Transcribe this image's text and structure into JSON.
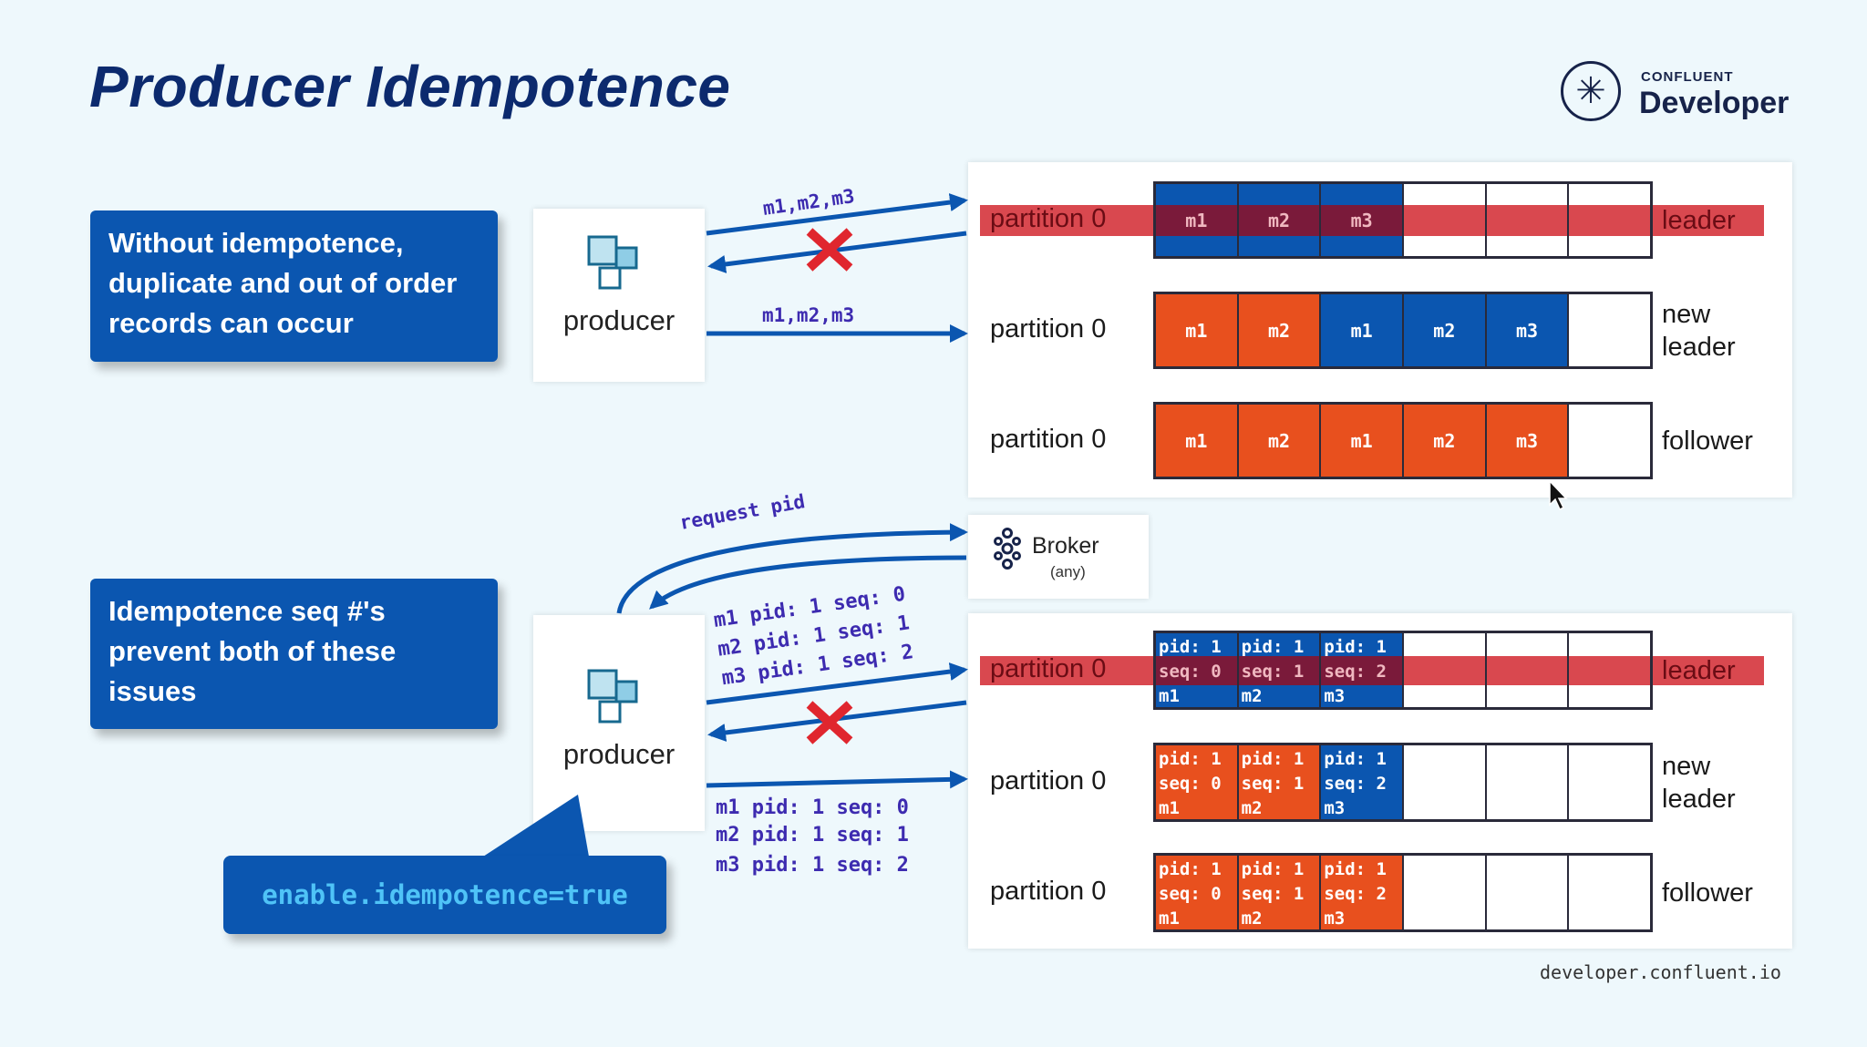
{
  "title": "Producer Idempotence",
  "brand": {
    "small": "CONFLUENT",
    "big": "Developer",
    "icon": "confluent-starburst-icon"
  },
  "callout_top": "Without idempotence, duplicate and out of order records can occur",
  "callout_bottom": "Idempotence seq #'s prevent both of these issues",
  "producer_label": "producer",
  "config": "enable.idempotence=true",
  "footer": "developer.confluent.io",
  "colors": {
    "blue": "#0b56b0",
    "orange": "#e8501e",
    "leader_highlight": "#d62a34"
  },
  "top": {
    "arrow_send_label": "m1,m2,m3",
    "arrow_retry_label": "m1,m2,m3",
    "rows": [
      {
        "label": "partition 0",
        "role": "leader",
        "highlighted": true,
        "cells": [
          {
            "c": "blue",
            "t": "m1"
          },
          {
            "c": "blue",
            "t": "m2"
          },
          {
            "c": "blue",
            "t": "m3"
          },
          {
            "c": "empty",
            "t": ""
          },
          {
            "c": "empty",
            "t": ""
          },
          {
            "c": "empty",
            "t": ""
          }
        ]
      },
      {
        "label": "partition 0",
        "role": "new leader",
        "highlighted": false,
        "cells": [
          {
            "c": "orange",
            "t": "m1"
          },
          {
            "c": "orange",
            "t": "m2"
          },
          {
            "c": "blue",
            "t": "m1"
          },
          {
            "c": "blue",
            "t": "m2"
          },
          {
            "c": "blue",
            "t": "m3"
          },
          {
            "c": "empty",
            "t": ""
          }
        ]
      },
      {
        "label": "partition 0",
        "role": "follower",
        "highlighted": false,
        "cells": [
          {
            "c": "orange",
            "t": "m1"
          },
          {
            "c": "orange",
            "t": "m2"
          },
          {
            "c": "orange",
            "t": "m1"
          },
          {
            "c": "orange",
            "t": "m2"
          },
          {
            "c": "orange",
            "t": "m3"
          },
          {
            "c": "empty",
            "t": ""
          }
        ]
      }
    ]
  },
  "bottom": {
    "request_label": "request pid",
    "broker": {
      "name": "Broker",
      "sub": "(any)"
    },
    "send_lines": [
      "m1 pid: 1 seq: 0",
      "m2 pid: 1 seq: 1",
      "m3 pid: 1 seq: 2"
    ],
    "retry_lines": [
      "m1 pid: 1 seq: 0",
      "m2 pid: 1 seq: 1",
      "m3 pid: 1 seq: 2"
    ],
    "rows": [
      {
        "label": "partition 0",
        "role": "leader",
        "highlighted": true,
        "cells": [
          {
            "c": "blue",
            "t": [
              "pid: 1",
              "seq: 0",
              "m1"
            ]
          },
          {
            "c": "blue",
            "t": [
              "pid: 1",
              "seq: 1",
              "m2"
            ]
          },
          {
            "c": "blue",
            "t": [
              "pid: 1",
              "seq: 2",
              "m3"
            ]
          },
          {
            "c": "empty",
            "t": []
          },
          {
            "c": "empty",
            "t": []
          },
          {
            "c": "empty",
            "t": []
          }
        ]
      },
      {
        "label": "partition 0",
        "role": "new leader",
        "highlighted": false,
        "cells": [
          {
            "c": "orange",
            "t": [
              "pid: 1",
              "seq: 0",
              "m1"
            ]
          },
          {
            "c": "orange",
            "t": [
              "pid: 1",
              "seq: 1",
              "m2"
            ]
          },
          {
            "c": "blue",
            "t": [
              "pid: 1",
              "seq: 2",
              "m3"
            ]
          },
          {
            "c": "empty",
            "t": []
          },
          {
            "c": "empty",
            "t": []
          },
          {
            "c": "empty",
            "t": []
          }
        ]
      },
      {
        "label": "partition 0",
        "role": "follower",
        "highlighted": false,
        "cells": [
          {
            "c": "orange",
            "t": [
              "pid: 1",
              "seq: 0",
              "m1"
            ]
          },
          {
            "c": "orange",
            "t": [
              "pid: 1",
              "seq: 1",
              "m2"
            ]
          },
          {
            "c": "orange",
            "t": [
              "pid: 1",
              "seq: 2",
              "m3"
            ]
          },
          {
            "c": "empty",
            "t": []
          },
          {
            "c": "empty",
            "t": []
          },
          {
            "c": "empty",
            "t": []
          }
        ]
      }
    ]
  }
}
